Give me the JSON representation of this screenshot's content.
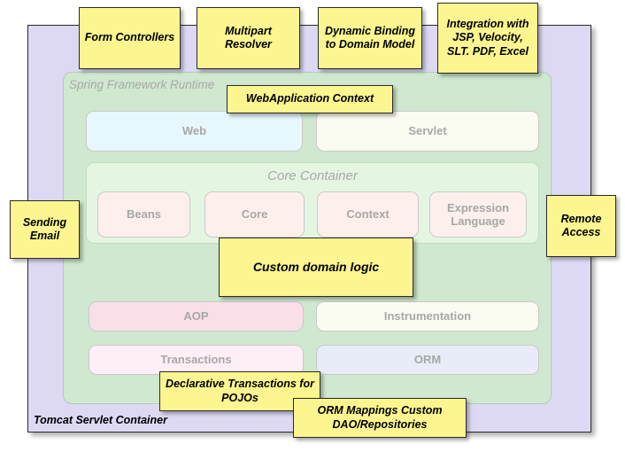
{
  "diagram": {
    "title": "Spring Framework Runtime architecture inside Tomcat Servlet Container",
    "colors": {
      "outer_container": "#ddd9f5",
      "spring_runtime": "#cfe8cf",
      "core_container": "#e4f6e2",
      "note": "#fdf58f",
      "module_label": "#a7a7a7",
      "section_label": "#a8a8a8"
    }
  },
  "outer": {
    "label": "Tomcat Servlet Container"
  },
  "runtime": {
    "label": "Spring Framework Runtime"
  },
  "core": {
    "label": "Core Container",
    "modules": [
      {
        "label": "Beans",
        "color": "#fdf0ec"
      },
      {
        "label": "Core",
        "color": "#fdf0ec"
      },
      {
        "label": "Context",
        "color": "#fdf0ec"
      },
      {
        "label": "Expression Language",
        "color": "#fdf0ec"
      }
    ]
  },
  "layers": {
    "web_row": [
      {
        "label": "Web",
        "color": "#e7f8fc"
      },
      {
        "label": "Servlet",
        "color": "#fbfcf1"
      }
    ],
    "aop_row": [
      {
        "label": "AOP",
        "color": "#fbdfe8"
      },
      {
        "label": "Instrumentation",
        "color": "#fbfcf1"
      }
    ],
    "data_row": [
      {
        "label": "Transactions",
        "color": "#fdeff5"
      },
      {
        "label": "ORM",
        "color": "#e7ecf8"
      }
    ]
  },
  "notes": [
    {
      "id": "form-controllers",
      "text": "Form Controllers"
    },
    {
      "id": "multipart-resolver",
      "text": "Multipart Resolver"
    },
    {
      "id": "dynamic-binding",
      "text": "Dynamic Binding to Domain Model"
    },
    {
      "id": "integration-views",
      "text": "Integration with JSP, Velocity, SLT. PDF, Excel"
    },
    {
      "id": "webapplication-context",
      "text": "WebApplication Context"
    },
    {
      "id": "sending-email",
      "text": "Sending Email"
    },
    {
      "id": "remote-access",
      "text": "Remote Access"
    },
    {
      "id": "custom-domain-logic",
      "text": "Custom domain logic"
    },
    {
      "id": "declarative-transactions",
      "text": "Declarative Transactions for POJOs"
    },
    {
      "id": "orm-mappings",
      "text": "ORM Mappings Custom DAO/Repositories"
    }
  ]
}
